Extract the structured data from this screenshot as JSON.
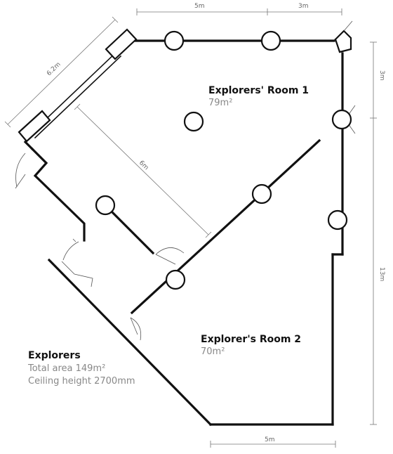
{
  "dimensions": {
    "top_left": "5m",
    "top_right": "3m",
    "right_upper": "3m",
    "right_lower": "13m",
    "diagonal_outer": "6.2m",
    "diagonal_inner": "6m",
    "bottom": "5m"
  },
  "rooms": [
    {
      "name": "Explorers' Room 1",
      "area": "79m²"
    },
    {
      "name": "Explorer's Room 2",
      "area": "70m²"
    }
  ],
  "info": {
    "title": "Explorers",
    "total_area": "Total area 149m²",
    "ceiling_height": "Ceiling height 2700mm"
  }
}
